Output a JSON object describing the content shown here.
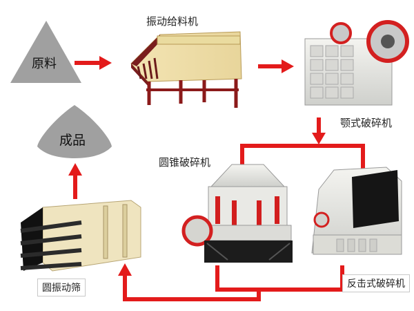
{
  "nodes": {
    "raw_material": "原料",
    "feeder": "振动给料机",
    "jaw_crusher": "颚式破碎机",
    "cone_crusher": "圆锥破碎机",
    "impact_crusher": "反击式破碎机",
    "vibrating_screen": "圆振动筛",
    "product": "成品"
  },
  "colors": {
    "arrow": "#e31b1b",
    "triangle": "#a0a0a0"
  }
}
